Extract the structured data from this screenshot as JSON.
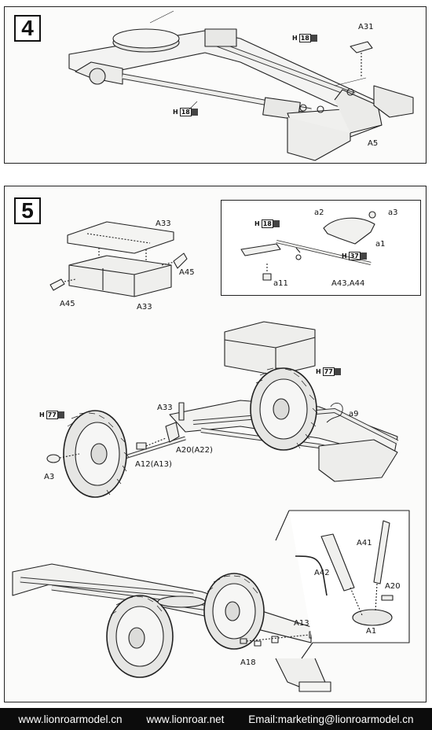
{
  "step4": {
    "number": "4",
    "labels": {
      "h18_top": {
        "prefix": "H",
        "num": "18"
      },
      "h18_bottom": {
        "prefix": "H",
        "num": "18"
      },
      "a31": "A31",
      "a5": "A5"
    }
  },
  "step5": {
    "number": "5",
    "box": {
      "a33_top": "A33",
      "a45_right": "A45",
      "a45_left": "A45",
      "a33_bottom": "A33"
    },
    "inset": {
      "h18": {
        "prefix": "H",
        "num": "18"
      },
      "a2": "a2",
      "a3": "a3",
      "a1": "a1",
      "h37": {
        "prefix": "H",
        "num": "37"
      },
      "a11": "a11",
      "a43_a44": "A43,A44"
    },
    "assembly": {
      "h77_right": {
        "prefix": "H",
        "num": "77"
      },
      "a9": "a9",
      "a33": "A33",
      "h77_left": {
        "prefix": "H",
        "num": "77"
      },
      "a20_a22": "A20(A22)",
      "a12_a13": "A12(A13)",
      "a3": "A3"
    },
    "lower": {
      "a42": "A42",
      "a41": "A41",
      "a20": "A20",
      "a1": "A1",
      "a13": "A13",
      "a18": "A18"
    }
  },
  "footer": {
    "site_cn": "www.lionroarmodel.cn",
    "site_net": "www.lionroar.net",
    "email": "Email:marketing@lionroarmodel.cn"
  }
}
